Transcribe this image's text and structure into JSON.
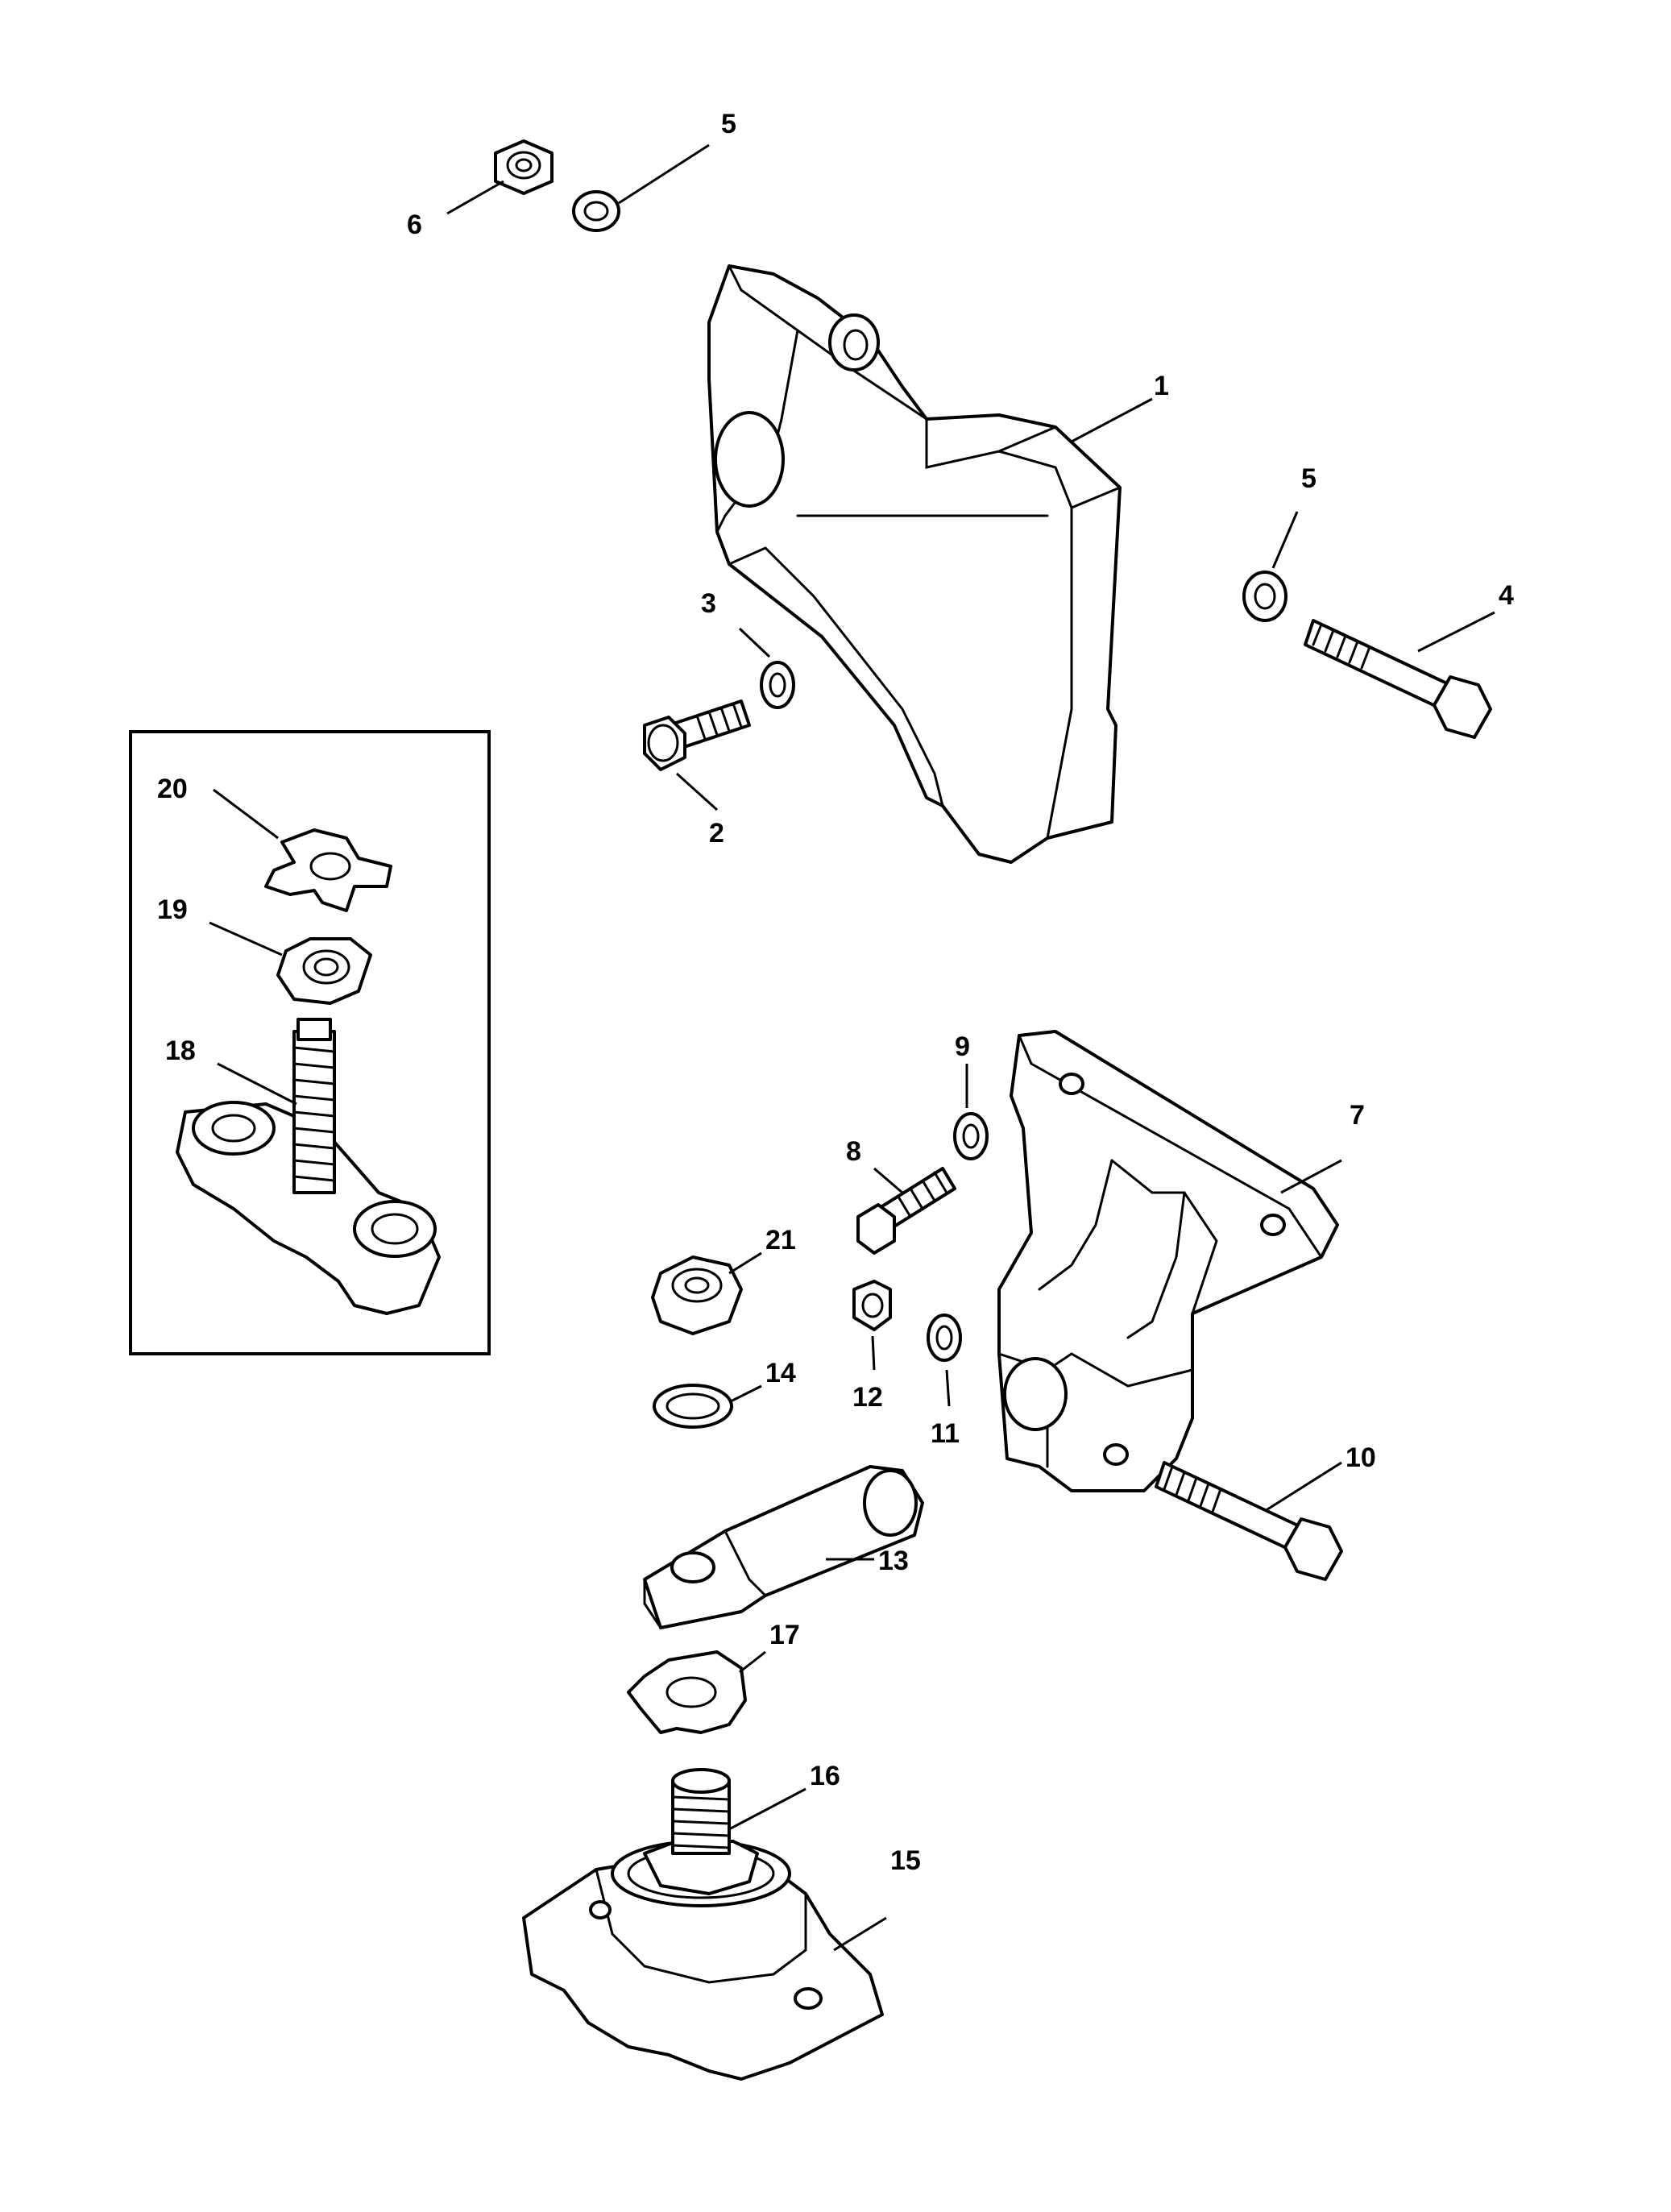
{
  "callouts": [
    {
      "id": "1",
      "label": "1"
    },
    {
      "id": "2",
      "label": "2"
    },
    {
      "id": "3",
      "label": "3"
    },
    {
      "id": "4",
      "label": "4"
    },
    {
      "id": "5a",
      "label": "5"
    },
    {
      "id": "5b",
      "label": "5"
    },
    {
      "id": "6",
      "label": "6"
    },
    {
      "id": "7",
      "label": "7"
    },
    {
      "id": "8",
      "label": "8"
    },
    {
      "id": "9",
      "label": "9"
    },
    {
      "id": "10",
      "label": "10"
    },
    {
      "id": "11",
      "label": "11"
    },
    {
      "id": "12",
      "label": "12"
    },
    {
      "id": "13",
      "label": "13"
    },
    {
      "id": "14",
      "label": "14"
    },
    {
      "id": "15",
      "label": "15"
    },
    {
      "id": "16",
      "label": "16"
    },
    {
      "id": "17",
      "label": "17"
    },
    {
      "id": "18",
      "label": "18"
    },
    {
      "id": "19",
      "label": "19"
    },
    {
      "id": "20",
      "label": "20"
    },
    {
      "id": "21",
      "label": "21"
    }
  ]
}
